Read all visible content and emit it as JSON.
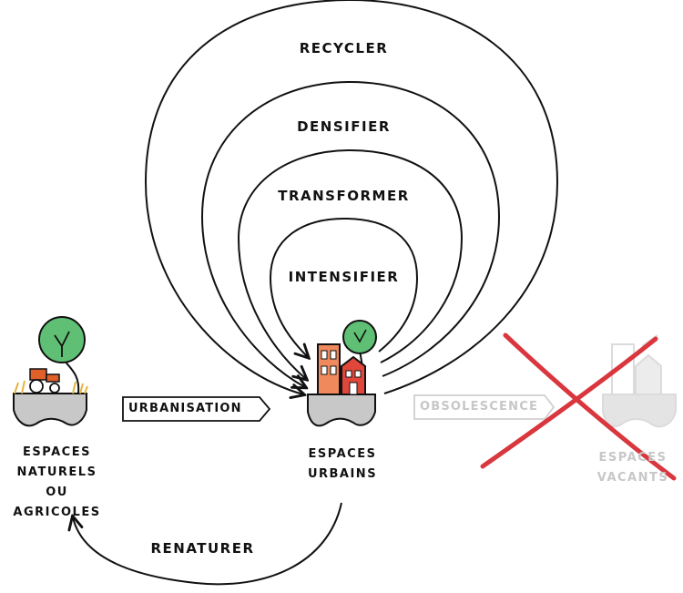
{
  "arcs": [
    {
      "label": "RECYCLER"
    },
    {
      "label": "DENSIFIER"
    },
    {
      "label": "TRANSFORMER"
    },
    {
      "label": "INTENSIFIER"
    }
  ],
  "nodes": {
    "natural": {
      "line1": "ESPACES",
      "line2": "NATURELS",
      "line3": "OU AGRICOLES"
    },
    "urban": {
      "line1": "ESPACES",
      "line2": "URBAINS"
    },
    "vacant": {
      "line1": "ESPACES",
      "line2": "VACANTS"
    }
  },
  "flows": {
    "urbanisation": "URBANISATION",
    "obsolescence": "OBSOLESCENCE",
    "renaturer": "RENATURER"
  },
  "colors": {
    "tree": "#5fbf74",
    "tractor": "#e0602a",
    "building_orange": "#f08a5d",
    "building_red": "#e0463a",
    "ground": "#c8c8c8",
    "cross": "#d9363e",
    "faded": "#cfcfcf"
  }
}
